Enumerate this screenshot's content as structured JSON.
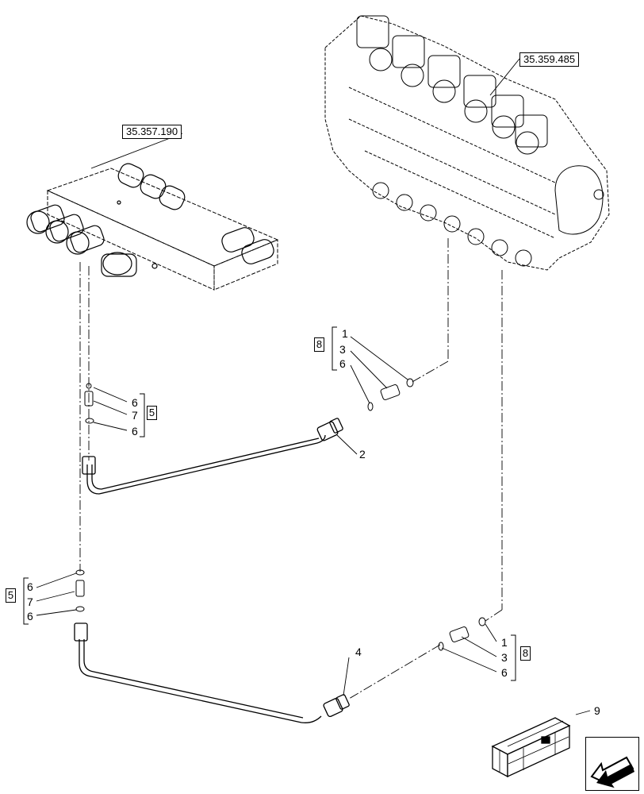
{
  "references": {
    "left_block": "35.357.190",
    "right_valve": "35.359.485"
  },
  "callouts": {
    "c1_top": "1",
    "c3_top": "3",
    "c6_top": "6",
    "c8_top": "8",
    "c2": "2",
    "c6_mid_a": "6",
    "c7_mid": "7",
    "c6_mid_b": "6",
    "c5_mid": "5",
    "c6_low_a": "6",
    "c7_low": "7",
    "c6_low_b": "6",
    "c5_low": "5",
    "c4": "4",
    "c1_bot": "1",
    "c3_bot": "3",
    "c6_bot": "6",
    "c8_bot": "8",
    "c9": "9"
  },
  "icons": {
    "nav": "arrow-down-left-icon",
    "kit": "kit-box-icon"
  }
}
